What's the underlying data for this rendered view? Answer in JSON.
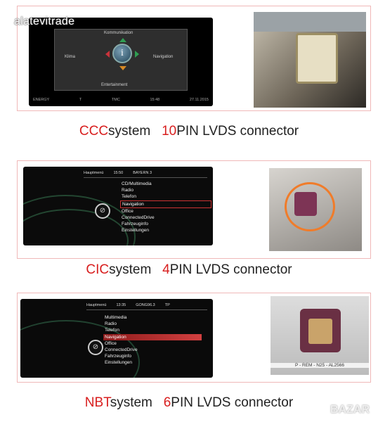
{
  "watermark": "alatevitrade",
  "corner_logo": "BAZAR",
  "panels": [
    {
      "caption": {
        "system": "CCC",
        "rest": "system",
        "pins": "10",
        "desc": "PIN LVDS connector"
      },
      "screen": {
        "top": "Kommunikation",
        "left": "Klima",
        "right": "Navigation",
        "bottom": "Entertainment",
        "center": "i",
        "status": [
          "ENERGY",
          "T",
          "TMC",
          "15:48",
          "27.11.2015"
        ]
      }
    },
    {
      "caption": {
        "system": "CIC",
        "rest": "system",
        "pins": "4",
        "desc": "PIN LVDS connector"
      },
      "screen": {
        "header": [
          "Hauptmenü",
          "15:50",
          "BAYERN 3"
        ],
        "menu": [
          "CD/Multimedia",
          "Radio",
          "Telefon",
          "Navigation",
          "Office",
          "ConnectedDrive",
          "Fahrzeuginfo",
          "Einstellungen"
        ],
        "selected": 3
      }
    },
    {
      "caption": {
        "system": "NBT",
        "rest": "system",
        "pins": "6",
        "desc": "PIN LVDS connector"
      },
      "screen": {
        "header": [
          "Hauptmenü",
          "13:35",
          "GONG96.3",
          "TP"
        ],
        "menu": [
          "Multimedia",
          "Radio",
          "Telefon",
          "Navigation",
          "Office",
          "ConnectedDrive",
          "Fahrzeuginfo",
          "Einstellungen"
        ],
        "selected": 3
      },
      "photo_label": "P - REM - N25 - AL2566"
    }
  ]
}
